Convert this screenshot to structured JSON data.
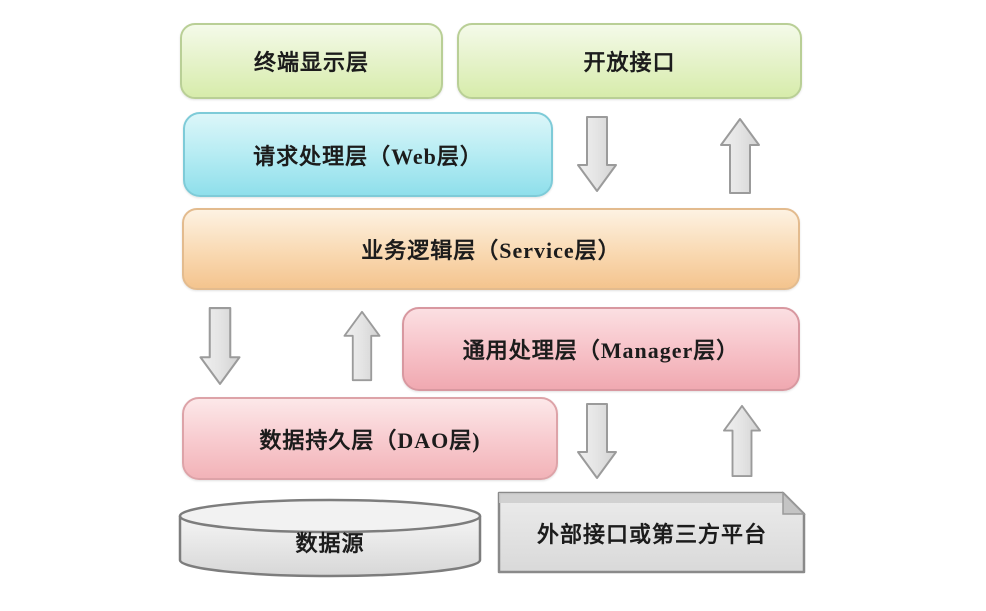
{
  "diagram": {
    "nodes": {
      "terminal_display": {
        "label": "终端显示层"
      },
      "open_api": {
        "label": "开放接口"
      },
      "web_layer": {
        "label": "请求处理层（Web层）"
      },
      "service_layer": {
        "label": "业务逻辑层（Service层）"
      },
      "manager_layer": {
        "label": "通用处理层（Manager层）"
      },
      "dao_layer": {
        "label": "数据持久层（DAO层)"
      },
      "data_source": {
        "label": "数据源"
      },
      "external_platform": {
        "label": "外部接口或第三方平台"
      }
    },
    "arrows": [
      {
        "name": "arrow-down-to-service-icon",
        "direction": "down"
      },
      {
        "name": "arrow-up-from-service-icon",
        "direction": "up"
      },
      {
        "name": "arrow-down-to-dao-icon",
        "direction": "down"
      },
      {
        "name": "arrow-up-from-dao-icon",
        "direction": "up"
      },
      {
        "name": "arrow-down-to-external-icon",
        "direction": "down"
      },
      {
        "name": "arrow-up-from-external-icon",
        "direction": "up"
      }
    ],
    "colors": {
      "green": "#d7ecab",
      "cyan": "#8fdfeb",
      "orange": "#f4c48e",
      "pink": "#f0a9b1",
      "shape_gray": "#e3e3e3",
      "text": "#1c1c1c"
    }
  }
}
